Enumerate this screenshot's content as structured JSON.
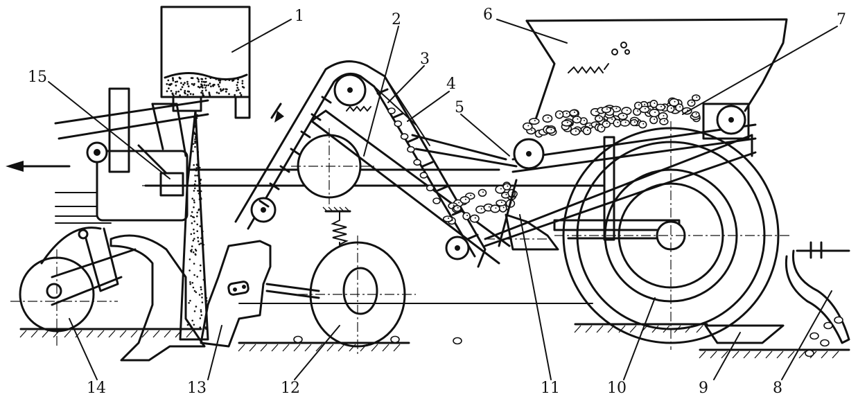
{
  "diagram": {
    "direction_arrow": "left-arrow",
    "labels": [
      {
        "id": "label-1",
        "text": "1"
      },
      {
        "id": "label-2",
        "text": "2"
      },
      {
        "id": "label-3",
        "text": "3"
      },
      {
        "id": "label-4",
        "text": "4"
      },
      {
        "id": "label-5",
        "text": "5"
      },
      {
        "id": "label-6",
        "text": "6"
      },
      {
        "id": "label-7",
        "text": "7"
      },
      {
        "id": "label-8",
        "text": "8"
      },
      {
        "id": "label-9",
        "text": "9"
      },
      {
        "id": "label-10",
        "text": "10"
      },
      {
        "id": "label-11",
        "text": "11"
      },
      {
        "id": "label-12",
        "text": "12"
      },
      {
        "id": "label-13",
        "text": "13"
      },
      {
        "id": "label-14",
        "text": "14"
      },
      {
        "id": "label-15",
        "text": "15"
      }
    ]
  }
}
